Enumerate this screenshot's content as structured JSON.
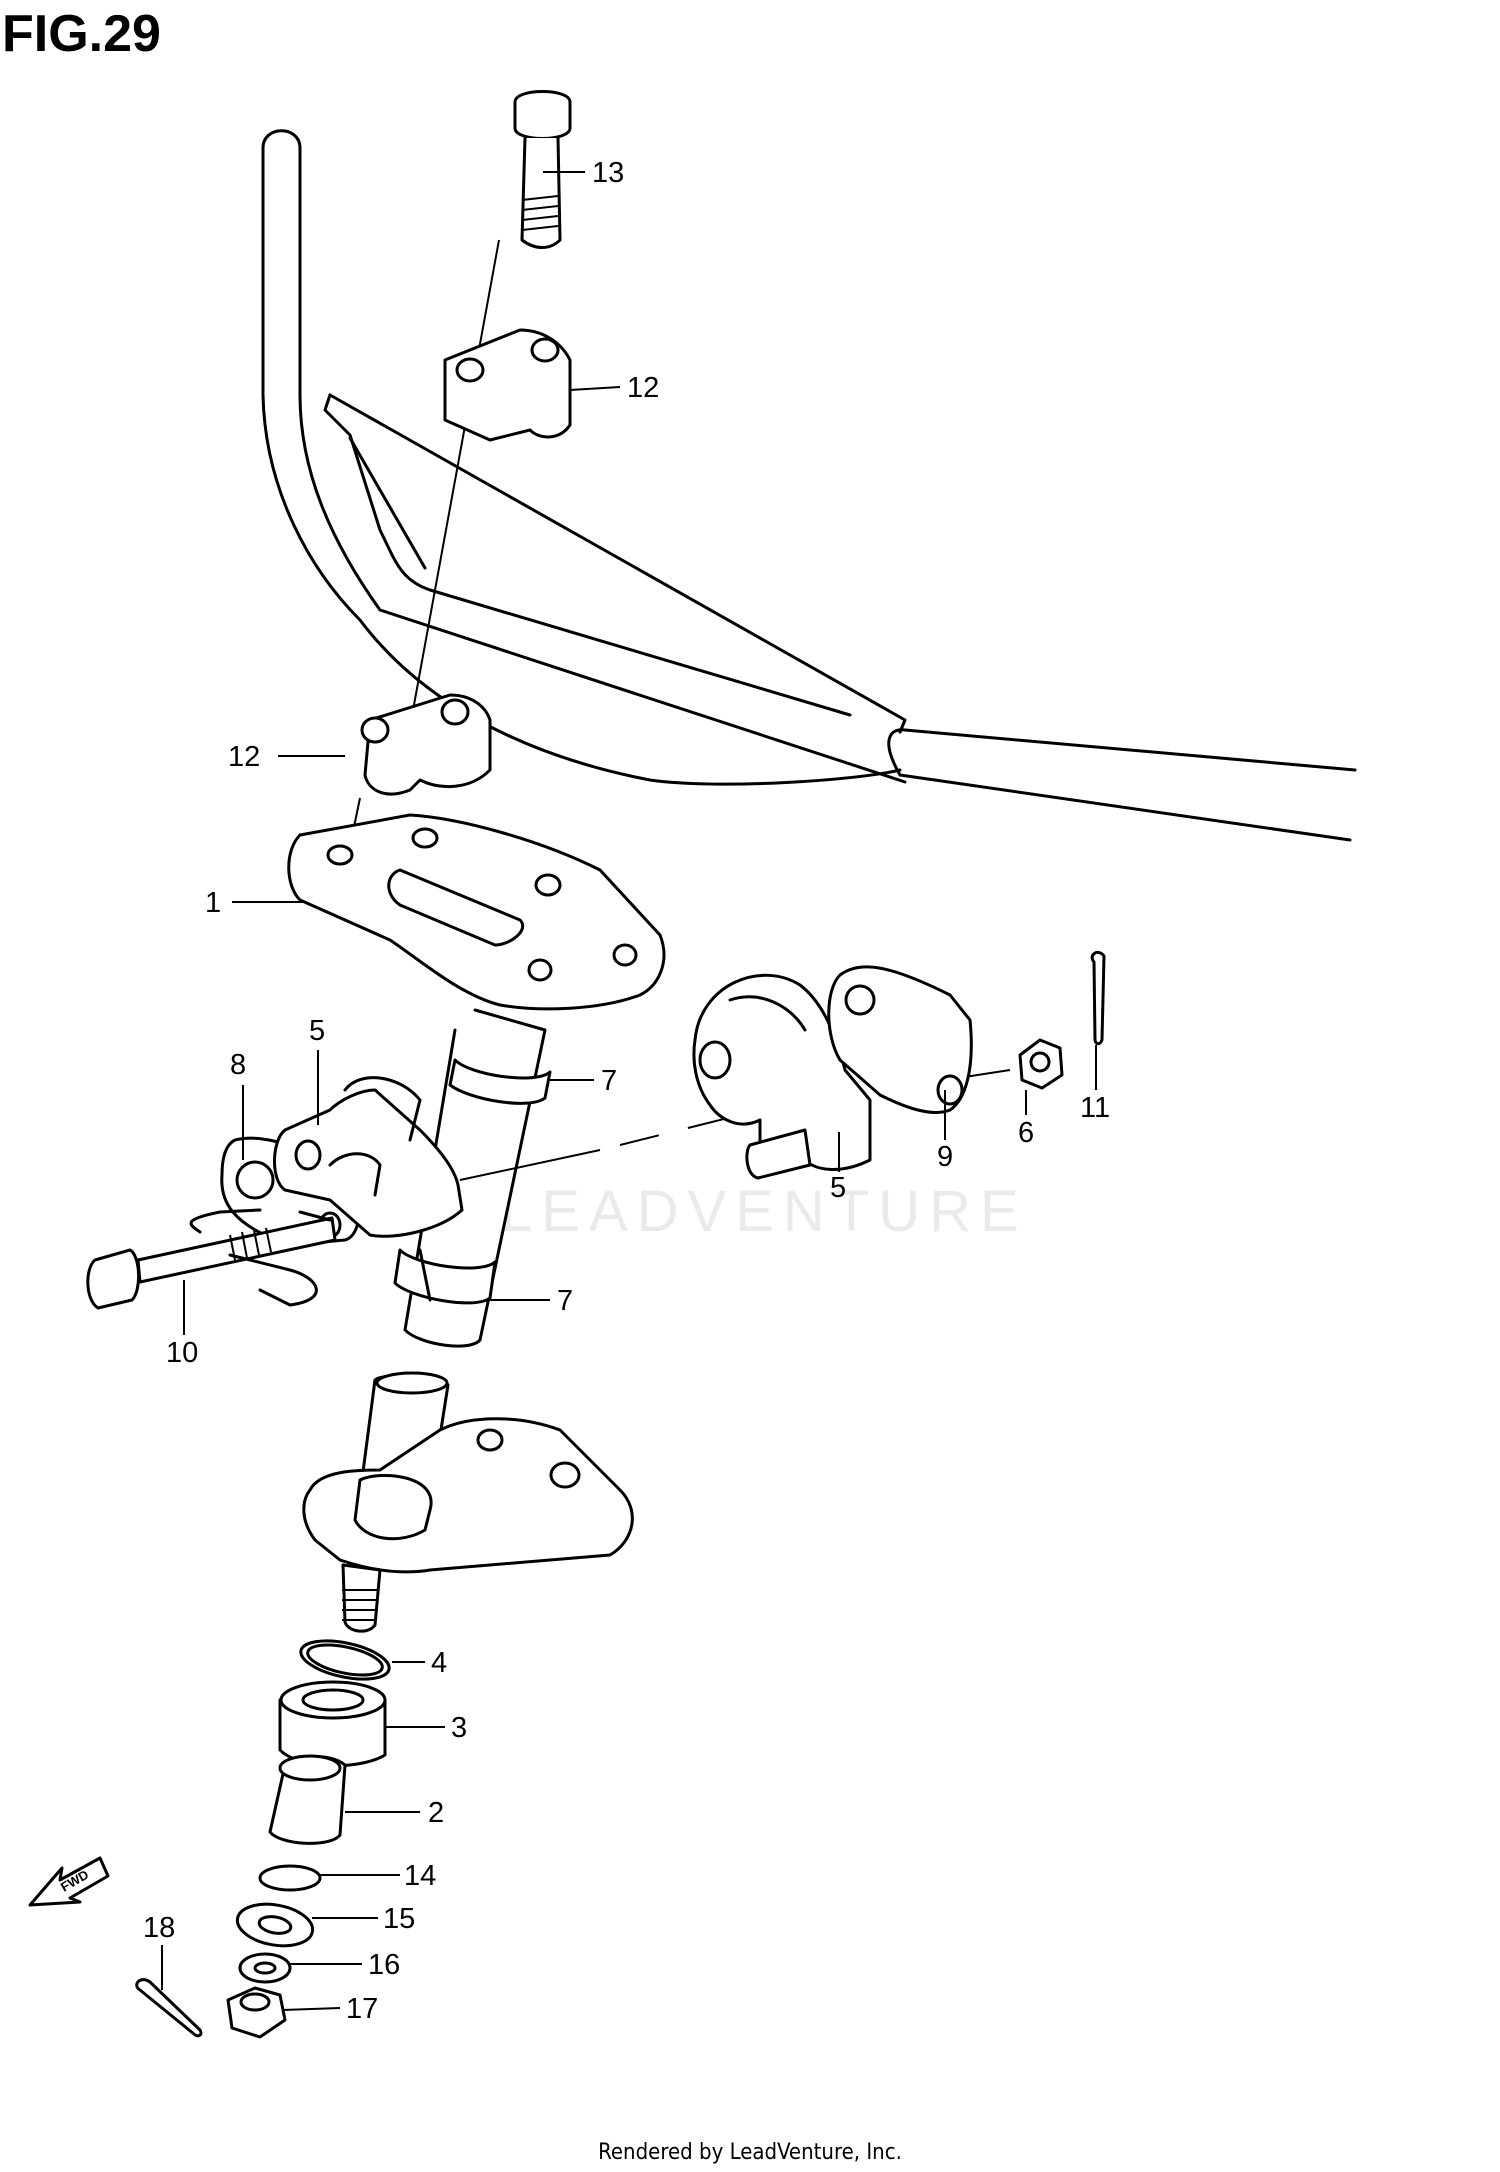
{
  "figure": {
    "title": "FIG.29"
  },
  "footer": "Rendered by LeadVenture, Inc.",
  "watermark": "LEADVENTURE",
  "fwd_label": "FWD",
  "callouts": [
    {
      "id": "c1",
      "num": "1"
    },
    {
      "id": "c2",
      "num": "2"
    },
    {
      "id": "c3",
      "num": "3"
    },
    {
      "id": "c4",
      "num": "4"
    },
    {
      "id": "c5a",
      "num": "5"
    },
    {
      "id": "c5b",
      "num": "5"
    },
    {
      "id": "c6",
      "num": "6"
    },
    {
      "id": "c7a",
      "num": "7"
    },
    {
      "id": "c7b",
      "num": "7"
    },
    {
      "id": "c8",
      "num": "8"
    },
    {
      "id": "c9",
      "num": "9"
    },
    {
      "id": "c10",
      "num": "10"
    },
    {
      "id": "c11",
      "num": "11"
    },
    {
      "id": "c12a",
      "num": "12"
    },
    {
      "id": "c12b",
      "num": "12"
    },
    {
      "id": "c13",
      "num": "13"
    },
    {
      "id": "c14",
      "num": "14"
    },
    {
      "id": "c15",
      "num": "15"
    },
    {
      "id": "c16",
      "num": "16"
    },
    {
      "id": "c17",
      "num": "17"
    },
    {
      "id": "c18",
      "num": "18"
    }
  ]
}
